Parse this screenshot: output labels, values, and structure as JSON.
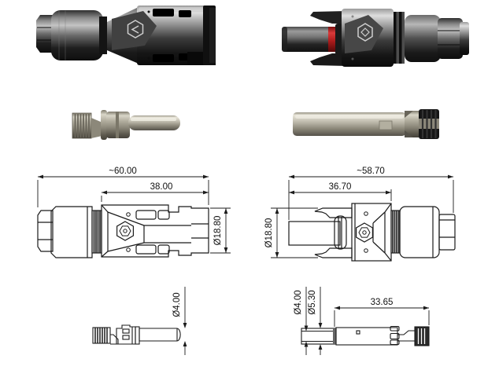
{
  "document": {
    "type": "connector-dimension-sheet",
    "background": "#ffffff"
  },
  "colors": {
    "drawing_line": "#1b1b1b",
    "connector_body_dark": "#1f1f1f",
    "metal_contact": "#b3afa0",
    "red_ring": "#c02020",
    "background": "#ffffff"
  },
  "dimensions": {
    "female_connector": {
      "overall_length": "~60.00",
      "front_length": "38.00",
      "diameter": "Ø18.80"
    },
    "male_connector": {
      "overall_length": "~58.70",
      "front_length": "36.70",
      "diameter": "Ø18.80"
    },
    "male_pin": {
      "pin_diameter": "Ø4.00"
    },
    "female_socket": {
      "inner_diameter": "Ø4.00",
      "outer_diameter": "Ø5.30",
      "contact_length": "33.65"
    }
  }
}
